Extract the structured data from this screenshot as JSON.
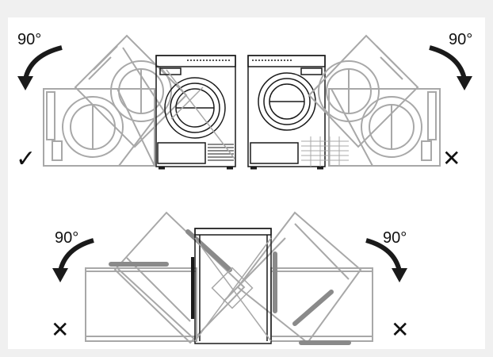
{
  "labels": {
    "top_left_angle": "90°",
    "top_right_angle": "90°",
    "bottom_left_angle": "90°",
    "bottom_right_angle": "90°"
  },
  "marks": {
    "top_left": "✓",
    "top_right": "✕",
    "bottom_left": "✕",
    "bottom_right": "✕"
  },
  "colors": {
    "background": "#f0f0f0",
    "panel": "#ffffff",
    "ghost": "#a8a8a8",
    "ink": "#1a1a1a"
  }
}
